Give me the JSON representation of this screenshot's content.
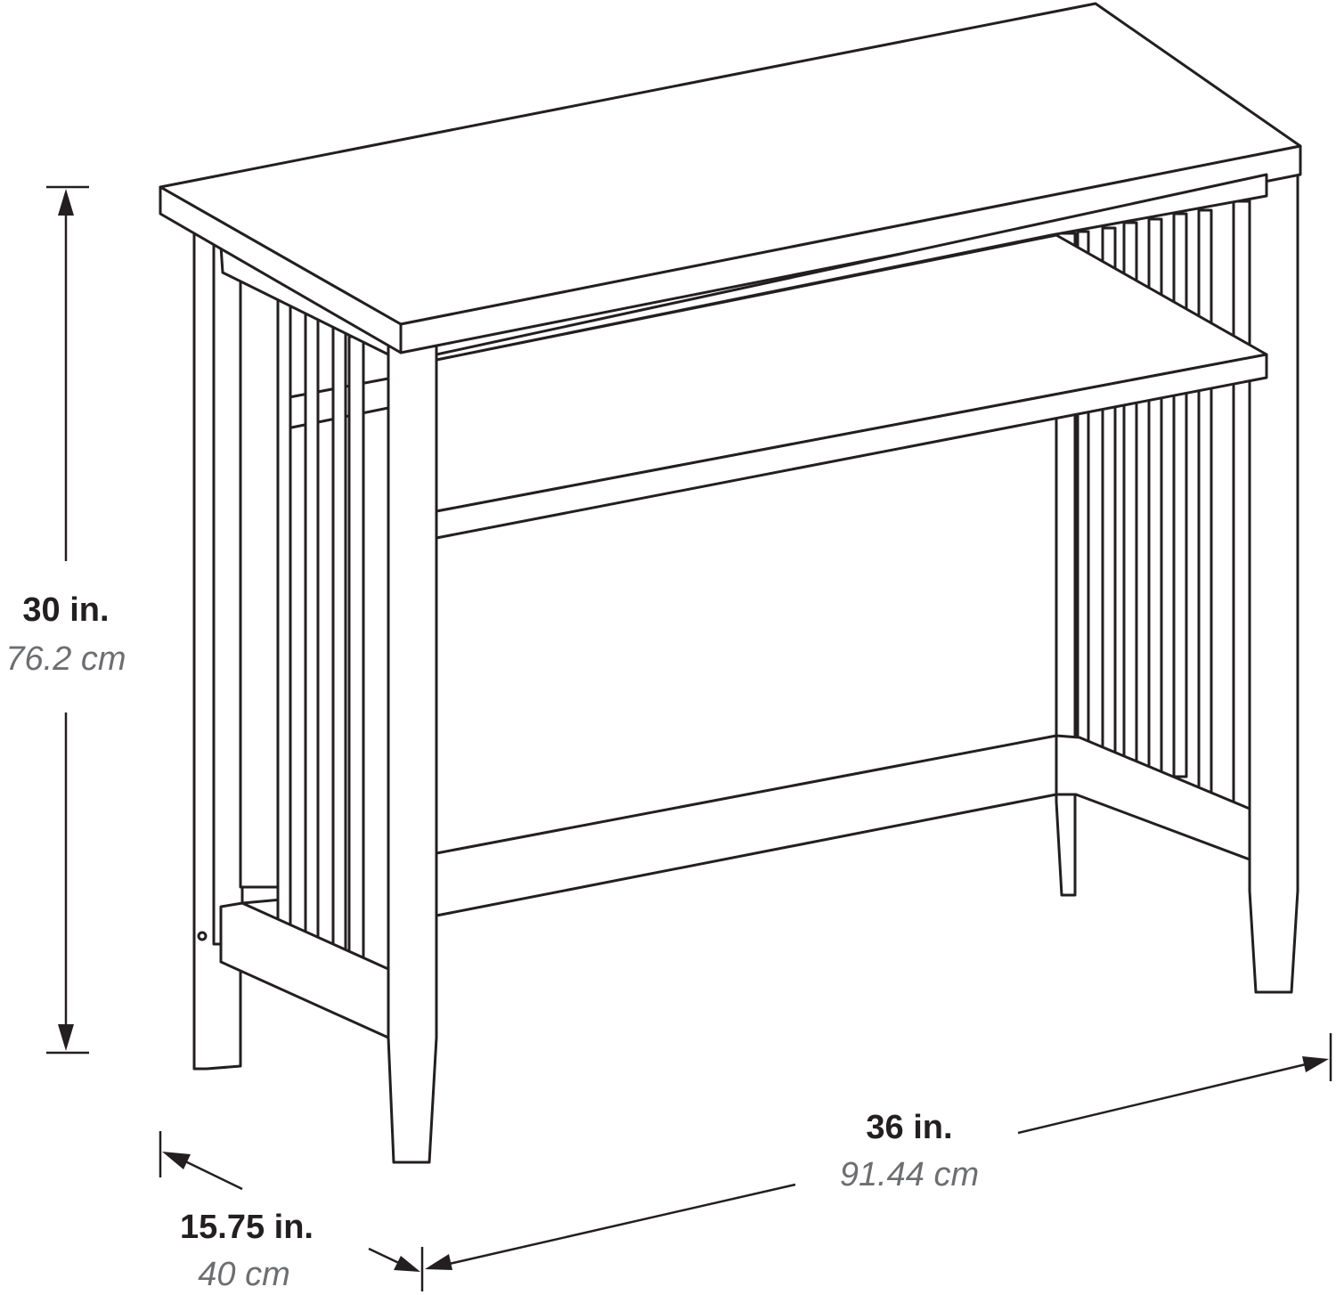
{
  "dimensions": {
    "height": {
      "imperial": "30 in.",
      "metric": "76.2 cm"
    },
    "width": {
      "imperial": "36 in.",
      "metric": "91.44 cm"
    },
    "depth": {
      "imperial": "15.75 in.",
      "metric": "40 cm"
    }
  },
  "colors": {
    "line": "#231f20",
    "metric_text": "#6d6e71",
    "background": "#ffffff"
  }
}
